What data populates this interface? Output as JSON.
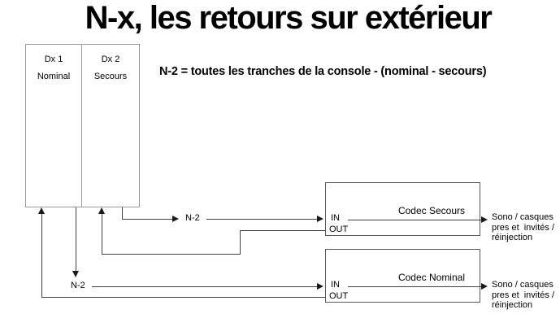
{
  "slide": {
    "title": "N-x, les retours sur extérieur",
    "subtitle": "N-2 = toutes les tranches de la console - (nominal - secours)"
  },
  "colors": {
    "background": "#ffffff",
    "text": "#000000",
    "connector_line": "#404040",
    "arrowhead": "#1a1a1a",
    "dx_border": "#9a9a9a",
    "codec_border": "#595959"
  },
  "console": {
    "dx1": {
      "name": "Dx 1",
      "role": "Nominal"
    },
    "dx2": {
      "name": "Dx 2",
      "role": "Secours"
    }
  },
  "codecs": {
    "secours": {
      "name": "Codec Secours",
      "in_label": "IN",
      "out_label": "OUT",
      "output_lines": [
        "Sono / casques",
        "pres et  invités /",
        "réinjection"
      ]
    },
    "nominal": {
      "name": "Codec Nominal",
      "in_label": "IN",
      "out_label": "OUT",
      "output_lines": [
        "Sono / casques",
        "pres et  invités /",
        "réinjection"
      ]
    }
  },
  "labels": {
    "n2_to_secours": "N-2",
    "n2_to_nominal": "N-2"
  }
}
